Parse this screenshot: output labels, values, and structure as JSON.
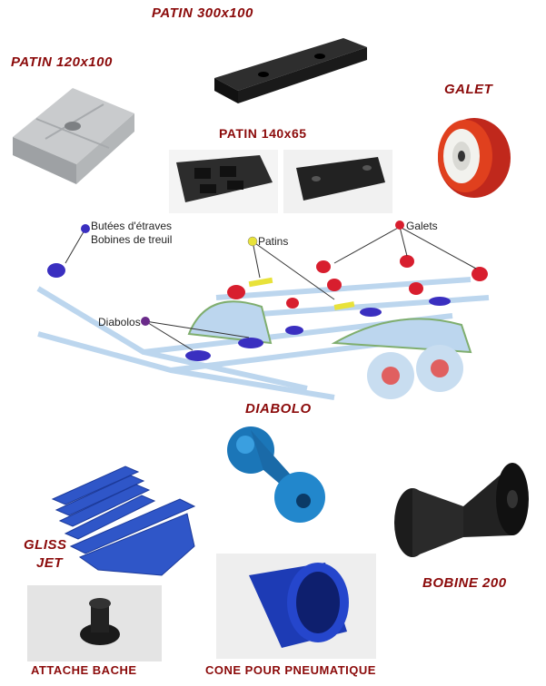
{
  "labels": {
    "patin_300": "PATIN 300x100",
    "patin_120": "PATIN 120x100",
    "galet": "GALET",
    "patin_140": "PATIN 140x65",
    "diabolo": "DIABOLO",
    "gliss_jet_1": "GLISS",
    "gliss_jet_2": "JET",
    "bobine_200": "BOBINE 200",
    "attache_bache": "ATTACHE BACHE",
    "cone_pneumatique": "CONE POUR PNEUMATIQUE"
  },
  "diagram": {
    "butees_1": "Butées d'étraves",
    "butees_2": "Bobines de treuil",
    "patins": "Patins",
    "galets": "Galets",
    "diabolos": "Diabolos"
  },
  "colors": {
    "label": "#8b0a0a",
    "trailer": "#bcd6ee",
    "red_part": "#d81e2e",
    "blue_part": "#3a2fc0",
    "yellow_part": "#e8e23a"
  }
}
